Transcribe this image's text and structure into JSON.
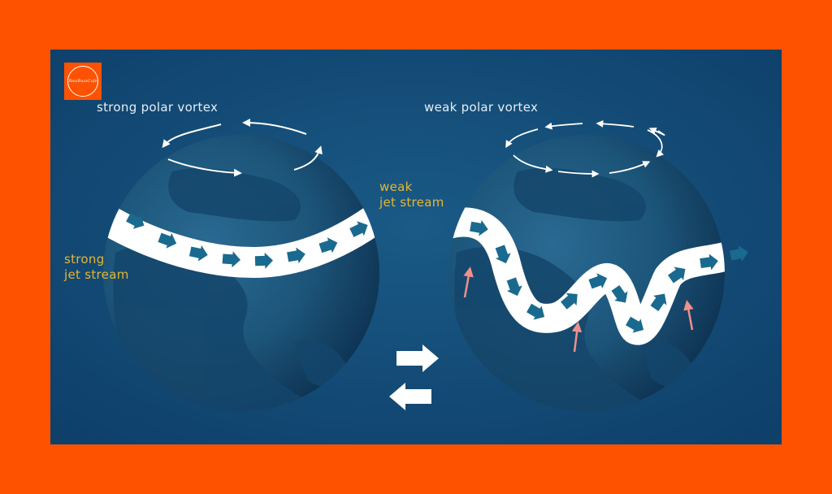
{
  "logo": {
    "text": "RealBuzzCafe"
  },
  "left_globe": {
    "title": "strong polar vortex",
    "jet_label_1": "strong",
    "jet_label_2": "jet stream"
  },
  "right_globe": {
    "title": "weak polar vortex",
    "jet_label_1": "weak",
    "jet_label_2": "jet stream"
  },
  "colors": {
    "frame": "#ff5200",
    "background": "#114a75",
    "globe": "#1d5477",
    "jet_band": "#ffffff",
    "jet_arrow": "#1a6a8f",
    "label_gold": "#e8b632",
    "warm_arrow": "#f0908a"
  },
  "icons": [
    "logo-badge",
    "exchange-arrows-icon",
    "warm-air-arrow-icon",
    "vortex-circulation-arrows"
  ]
}
